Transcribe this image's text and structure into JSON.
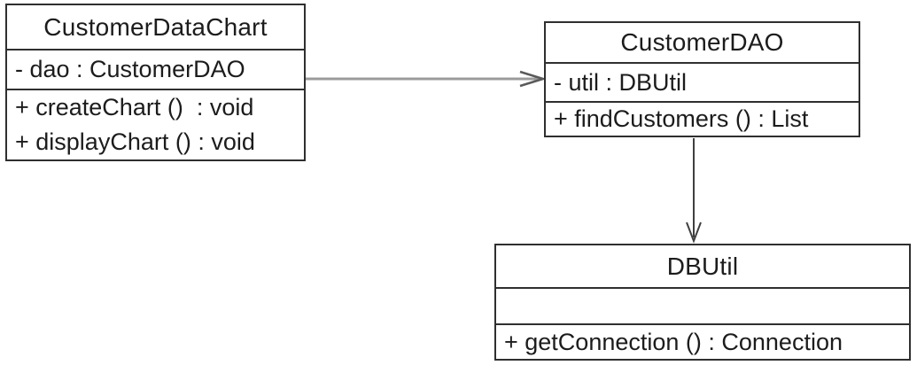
{
  "theme": {
    "bg": "#ffffff",
    "border": "#2f2f2f",
    "text": "#1c1c1c",
    "arrow-gray": "#9b9b9b",
    "arrow-gray-head": "#5a5a5a",
    "arrow-dark": "#3f3f3f"
  },
  "diagram": {
    "classes": [
      {
        "name": "CustomerDataChart",
        "attributes": [
          "- dao : CustomerDAO"
        ],
        "methods": [
          "+ createChart ()  : void",
          "+ displayChart () : void"
        ]
      },
      {
        "name": "CustomerDAO",
        "attributes": [
          "- util : DBUtil"
        ],
        "methods": [
          "+ findCustomers () : List"
        ]
      },
      {
        "name": "DBUtil",
        "attributes": [],
        "methods": [
          "+ getConnection () : Connection"
        ]
      }
    ],
    "relations": [
      {
        "from": "CustomerDataChart",
        "to": "CustomerDAO",
        "style": "open-arrow",
        "direction": "right"
      },
      {
        "from": "CustomerDAO",
        "to": "DBUtil",
        "style": "open-arrow",
        "direction": "down"
      }
    ]
  }
}
